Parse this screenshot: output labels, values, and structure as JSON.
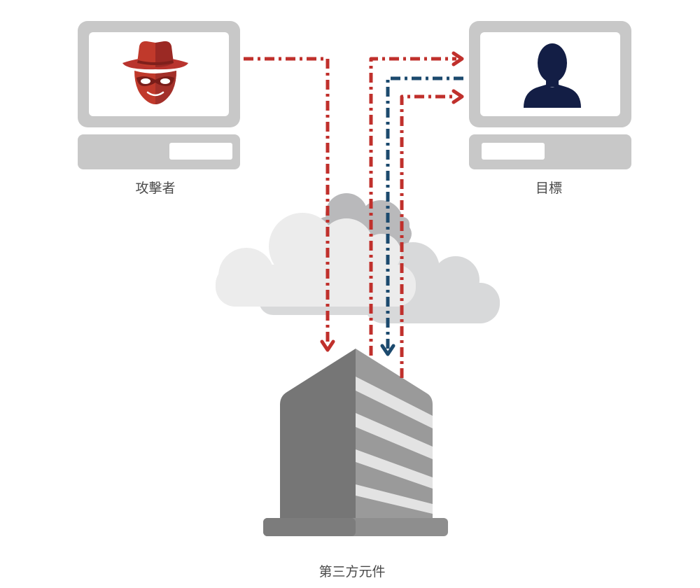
{
  "nodes": {
    "attacker": {
      "label": "攻擊者",
      "icon": "hacker-icon"
    },
    "target": {
      "label": "目標",
      "icon": "person-icon"
    },
    "third_party": {
      "label": "第三方元件",
      "icon": "building-icon"
    }
  },
  "cloud": {
    "icon": "cloud-icon"
  },
  "flows": [
    {
      "from": "attacker",
      "to": "third_party",
      "color": "#c0302c"
    },
    {
      "from": "third_party",
      "to": "target",
      "color": "#c0302c"
    },
    {
      "from": "target",
      "to": "third_party",
      "color": "#1c4a6e"
    },
    {
      "from": "third_party",
      "to": "target",
      "color": "#c0302c"
    }
  ],
  "colors": {
    "attack_red": "#c0302c",
    "response_blue": "#1c4a6e",
    "hacker_red": "#c0392b",
    "person_navy": "#131e45",
    "device_gray": "#c8c8c8"
  }
}
